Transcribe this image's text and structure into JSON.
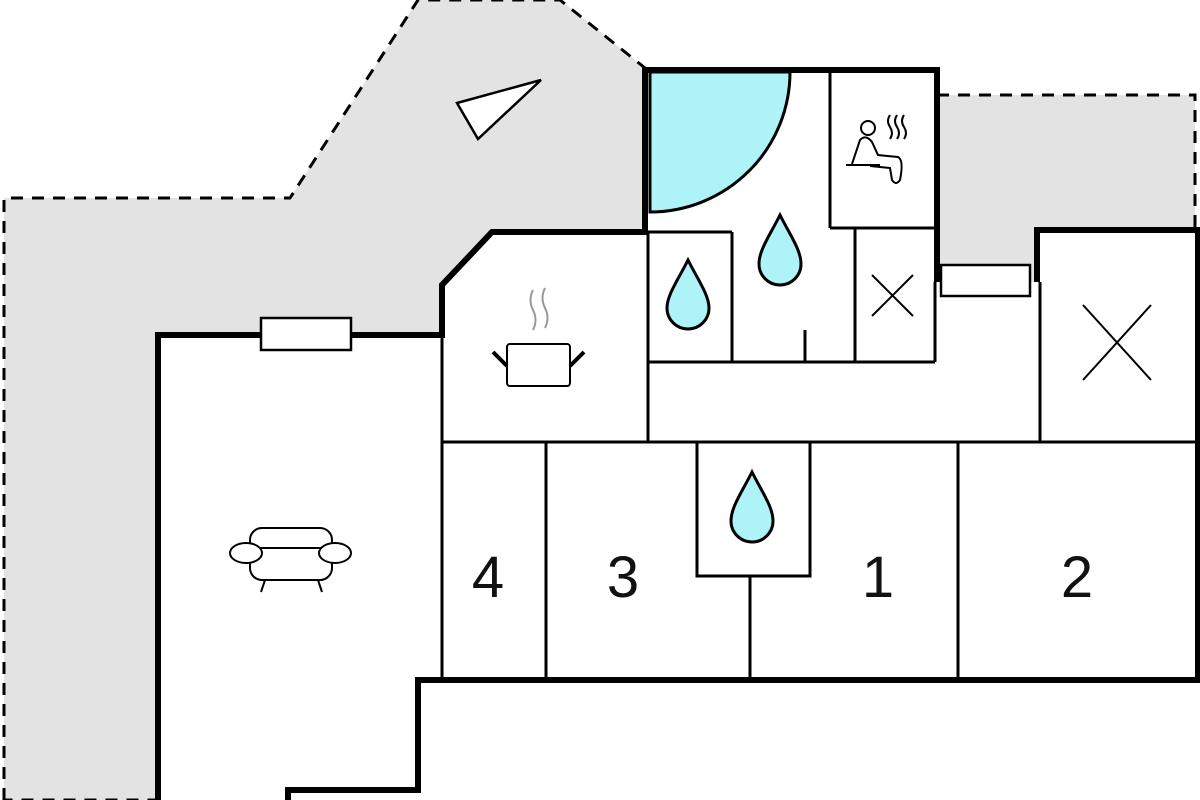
{
  "rooms": {
    "bedroom_4": "4",
    "bedroom_3": "3",
    "bedroom_1": "1",
    "bedroom_2": "2"
  },
  "colors": {
    "terrace": "#e3e3e3",
    "water": "#aef3f8",
    "wall": "#000000"
  },
  "icons": [
    "compass-arrow-icon",
    "pool-icon",
    "sauna-icon",
    "water-drop-icon",
    "x-mark-icon",
    "pot-icon",
    "sofa-icon",
    "window-icon"
  ]
}
